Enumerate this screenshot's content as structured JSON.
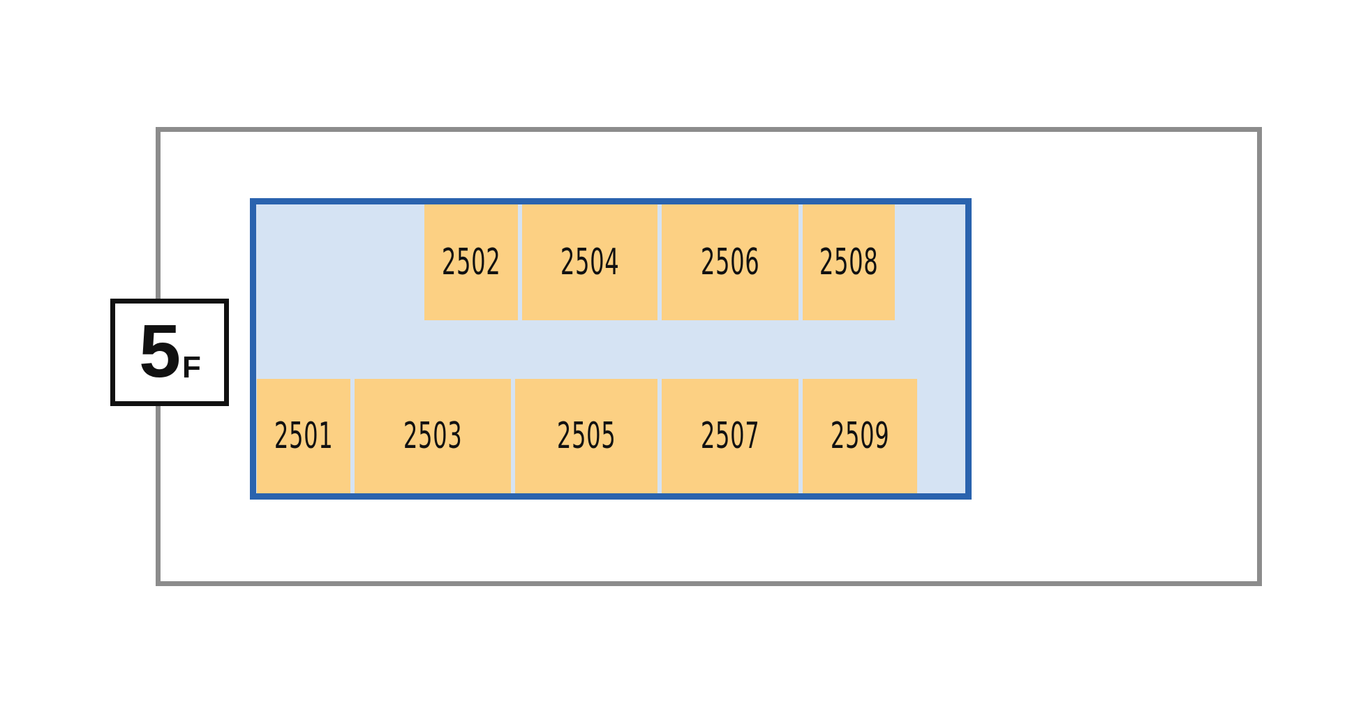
{
  "floor": {
    "number": "5",
    "suffix": "F"
  },
  "colors": {
    "building_outline": "#8c8c8c",
    "zone_border": "#2a63ae",
    "zone_fill": "#d5e3f3",
    "unit_fill": "#fcd083"
  },
  "units": {
    "top": [
      "2502",
      "2504",
      "2506",
      "2508"
    ],
    "bottom": [
      "2501",
      "2503",
      "2505",
      "2507",
      "2509"
    ]
  }
}
